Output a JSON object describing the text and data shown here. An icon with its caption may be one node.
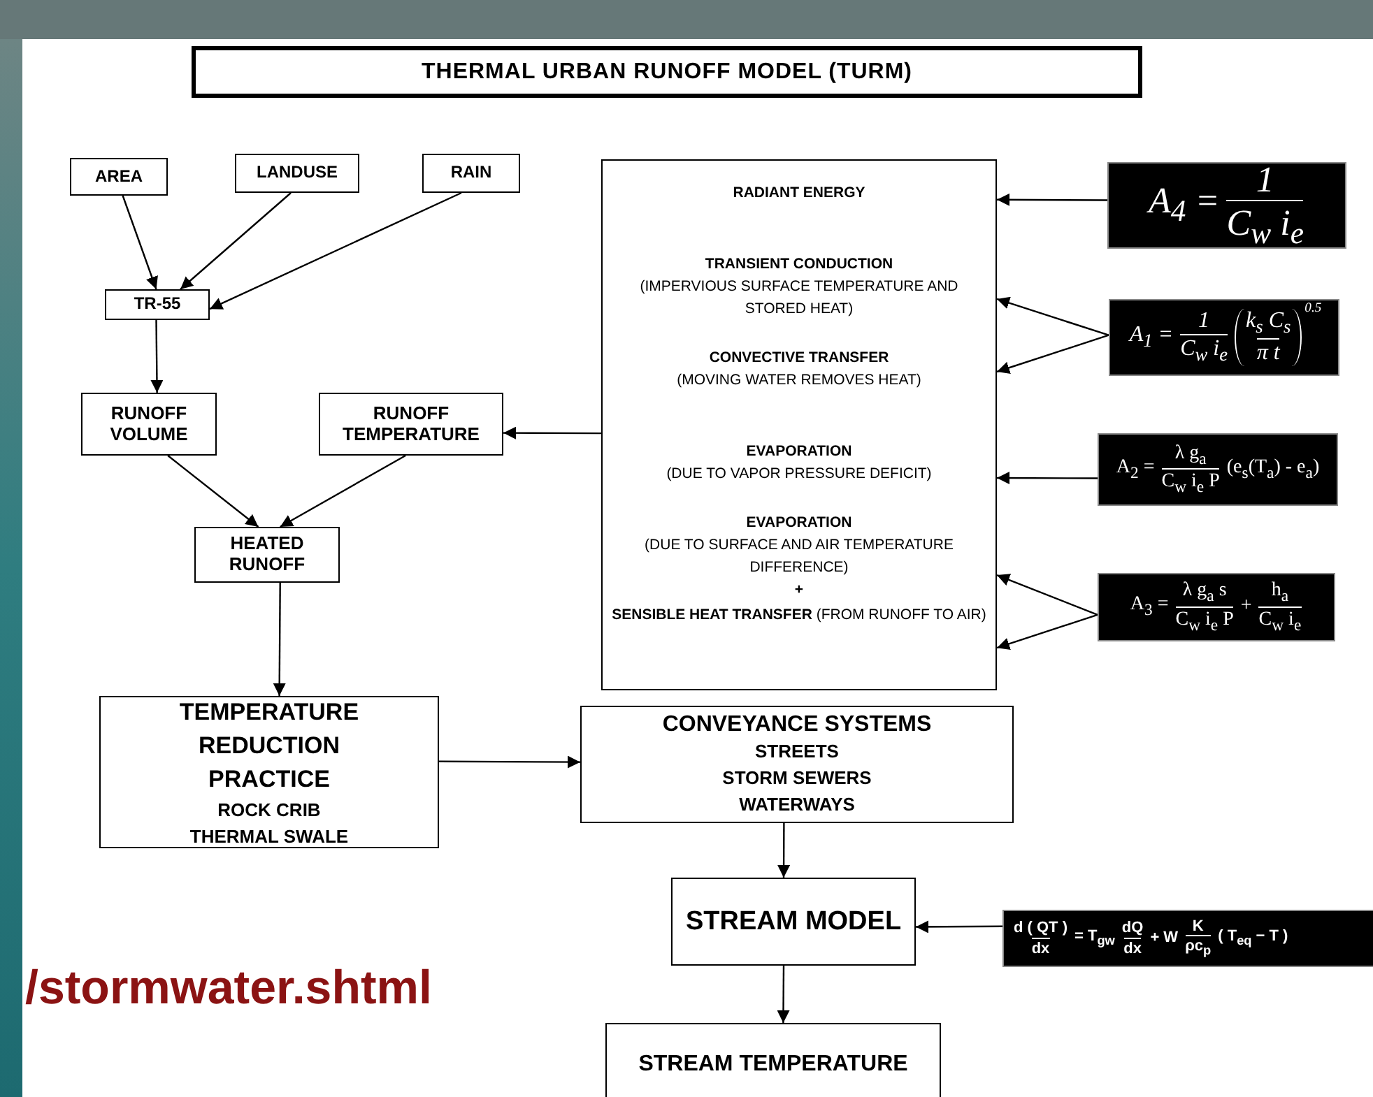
{
  "diagram": {
    "title": "THERMAL URBAN RUNOFF MODEL (TURM)",
    "nodes": [
      {
        "text": [
          "AREA"
        ]
      },
      {
        "text": [
          "LANDUSE"
        ]
      },
      {
        "text": [
          "RAIN"
        ]
      },
      {
        "text": [
          "TR-55"
        ]
      },
      {
        "text": [
          "RUNOFF VOLUME"
        ]
      },
      {
        "text": [
          "RUNOFF TEMPERATURE"
        ]
      },
      {
        "text": [
          "HEATED RUNOFF"
        ]
      },
      {
        "text": [
          "TEMPERATURE REDUCTION PRACTICE",
          "ROCK CRIB",
          "THERMAL SWALE"
        ]
      },
      {
        "text": [
          "CONVEYANCE SYSTEMS",
          "STREETS",
          "STORM SEWERS",
          "WATERWAYS"
        ]
      },
      {
        "text": [
          "STREAM MODEL"
        ]
      },
      {
        "text": [
          "STREAM TEMPERATURE"
        ]
      },
      {
        "text": [
          "RADIANT ENERGY",
          "TRANSIENT CONDUCTION",
          "(IMPERVIOUS SURFACE TEMPERATURE AND STORED HEAT)",
          "CONVECTIVE TRANSFER",
          "(MOVING WATER REMOVES HEAT)",
          "EVAPORATION",
          "(DUE TO VAPOR PRESSURE DEFICIT)",
          "EVAPORATION",
          "(DUE TO SURFACE AND AIR TEMPERATURE DIFFERENCE)",
          "+",
          "**SENSIBLE HEAT TRANSFER** (FROM RUNOFF TO AIR)"
        ]
      },
      {
        "text": [
          "A$_{4}$ =",
          "1",
          "C$_{w}$ i$_{e}$"
        ]
      },
      {
        "text": [
          "A$_{1}$ =",
          "1",
          "C$_{w}$ i$_{e}$",
          "k$_{s}$ C$_{s}$",
          "π t",
          "0.5"
        ]
      },
      {
        "text": [
          "A$_{2}$ =",
          "λ g$_{a}$",
          "C$_{w}$ i$_{e}$ P",
          "(e$_{s}$(T$_{a}$) - e$_{a}$)"
        ]
      },
      {
        "text": [
          "A$_{3}$ =",
          "λ g$_{a}$ s",
          "C$_{w}$ i$_{e}$ P",
          "+",
          "h$_{a}$",
          "C$_{w}$ i$_{e}$"
        ]
      },
      {
        "text": [
          "d ( QT )",
          "dx",
          "= T$_{gw}$",
          "dQ",
          "dx",
          "+ W",
          "K",
          "ρc$_{p}$",
          "( T$_{eq}$ − T )"
        ]
      }
    ],
    "edges": [
      {
        "from": 0,
        "to": 3,
        "arrow": "to"
      },
      {
        "from": 1,
        "to": 3,
        "arrow": "to"
      },
      {
        "from": 2,
        "to": 3,
        "arrow": "to"
      },
      {
        "from": 3,
        "to": 4,
        "arrow": "to"
      },
      {
        "from": 11,
        "to": 5,
        "arrow": "to"
      },
      {
        "from": 4,
        "to": 6,
        "arrow": "to"
      },
      {
        "from": 5,
        "to": 6,
        "arrow": "to"
      },
      {
        "from": 6,
        "to": 7,
        "arrow": "to"
      },
      {
        "from": 7,
        "to": 8,
        "arrow": "to"
      },
      {
        "from": 8,
        "to": 9,
        "arrow": "to"
      },
      {
        "from": 9,
        "to": 10,
        "arrow": "to"
      },
      {
        "from": 12,
        "to": 11,
        "arrow": "to"
      },
      {
        "from": 13,
        "to": 11,
        "arrow": "to"
      },
      {
        "from": 13,
        "to": 11,
        "arrow": "to"
      },
      {
        "from": 14,
        "to": 11,
        "arrow": "to"
      },
      {
        "from": 15,
        "to": 11,
        "arrow": "to"
      },
      {
        "from": 15,
        "to": 11,
        "arrow": "to"
      },
      {
        "from": 16,
        "to": 9,
        "arrow": "to"
      }
    ],
    "labels": [
      "/stormwater.shtml"
    ]
  }
}
